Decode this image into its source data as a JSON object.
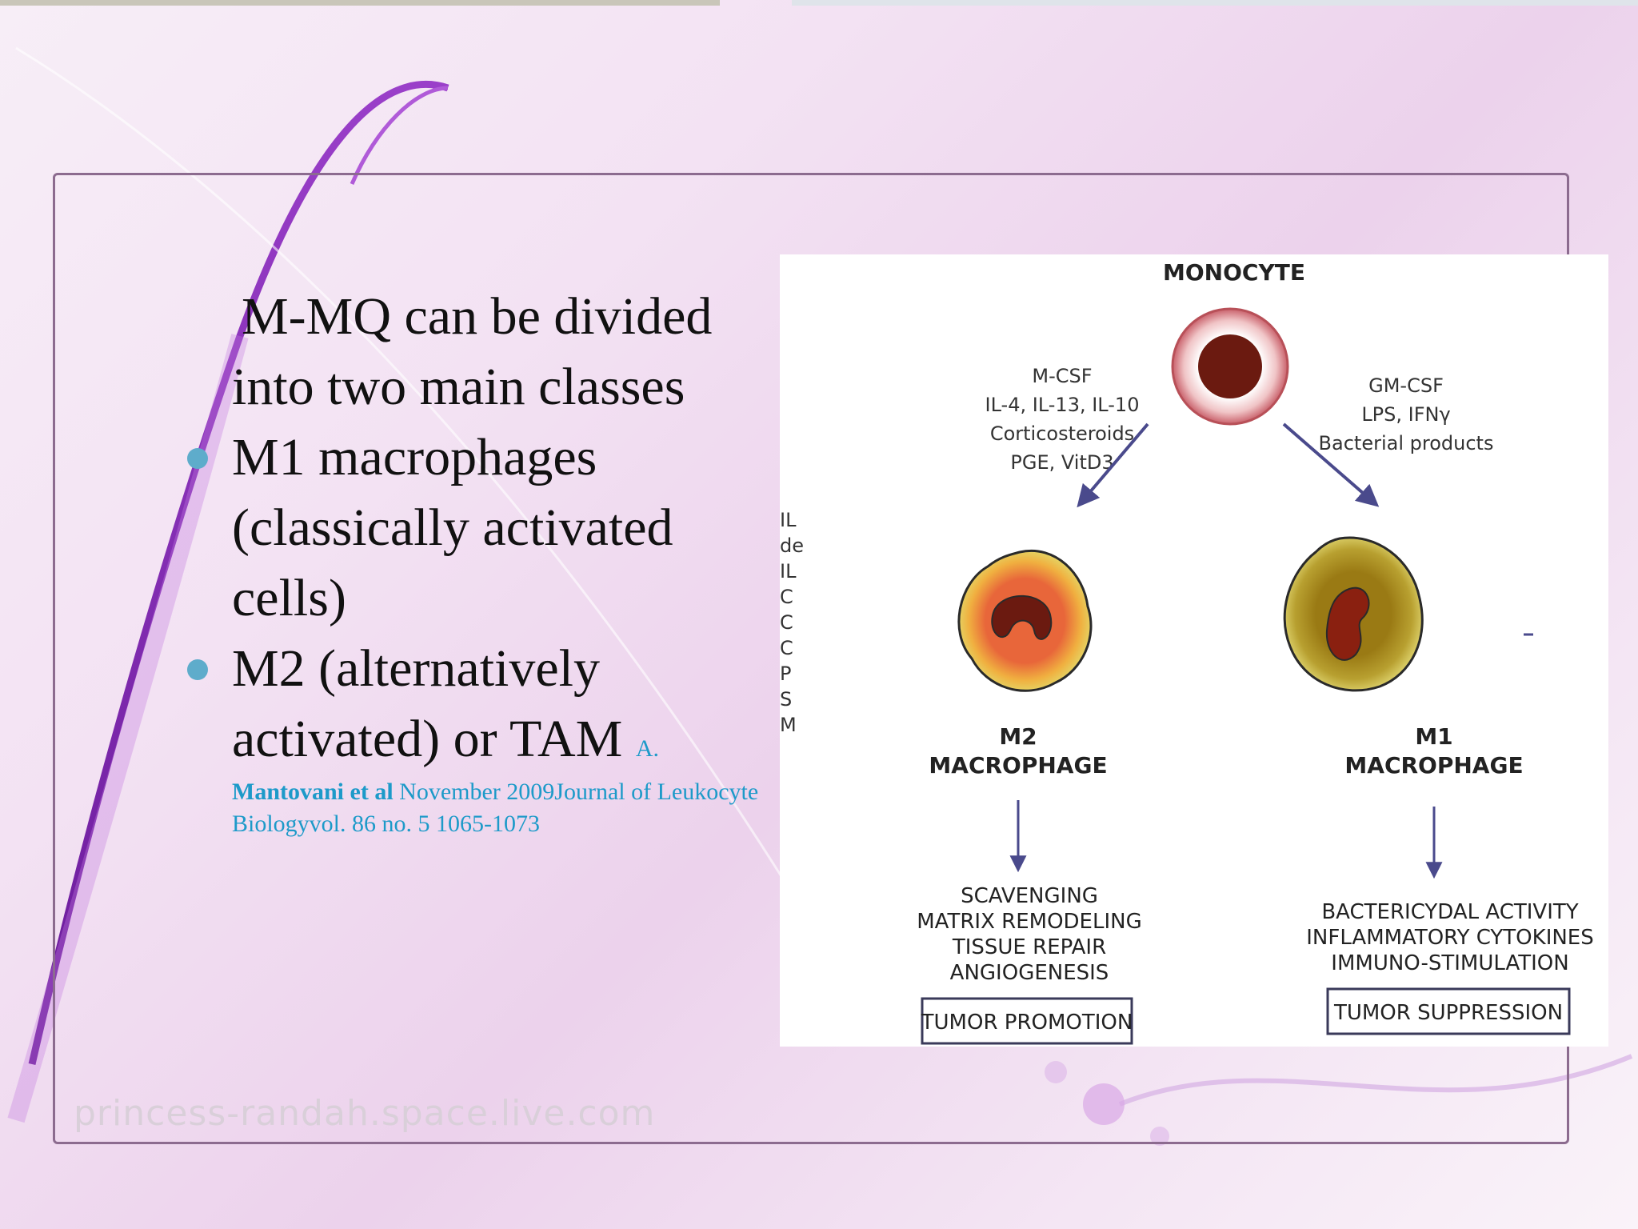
{
  "slide": {
    "intro_text": "M-MQ can be divided into two main classes",
    "bullets": [
      "M1 macrophages (classically activated cells)",
      "M2 (alternatively activated) or TAM "
    ],
    "reference": {
      "initial": "A.",
      "author": "Mantovani et al",
      "details": " November 2009Journal of Leukocyte Biologyvol. 86 no. 5 1065-1073"
    },
    "watermark": "princess-randah.space.live.com"
  },
  "figure": {
    "monocyte_title": "MONOCYTE",
    "left_factors": [
      "M-CSF",
      "IL-4, IL-13, IL-10",
      "Corticosteroids",
      "PGE, VitD3"
    ],
    "right_factors": [
      "GM-CSF",
      "LPS, IFNγ",
      "Bacterial products"
    ],
    "m2_label": [
      "M2",
      "MACROPHAGE"
    ],
    "m1_label": [
      "M1",
      "MACROPHAGE"
    ],
    "m2_functions": [
      "SCAVENGING",
      "MATRIX REMODELING",
      "TISSUE REPAIR",
      "ANGIOGENESIS"
    ],
    "m1_functions": [
      "BACTERICYDAL  ACTIVITY",
      "INFLAMMATORY CYTOKINES",
      "IMMUNO-STIMULATION"
    ],
    "m2_outcome": "TUMOR PROMOTION",
    "m1_outcome": "TUMOR SUPPRESSION",
    "cut_left_letters": [
      "IL",
      "de",
      "IL",
      "C",
      "C",
      "C",
      "P",
      "S",
      "M"
    ],
    "colors": {
      "arrow": "#4a4a8c",
      "monocyte_ring": "#c9606a",
      "nucleus": "#6b1a10",
      "m2_body": "#e8663a",
      "m1_body": "#a88a1c",
      "outline": "#2a2a2a"
    }
  }
}
